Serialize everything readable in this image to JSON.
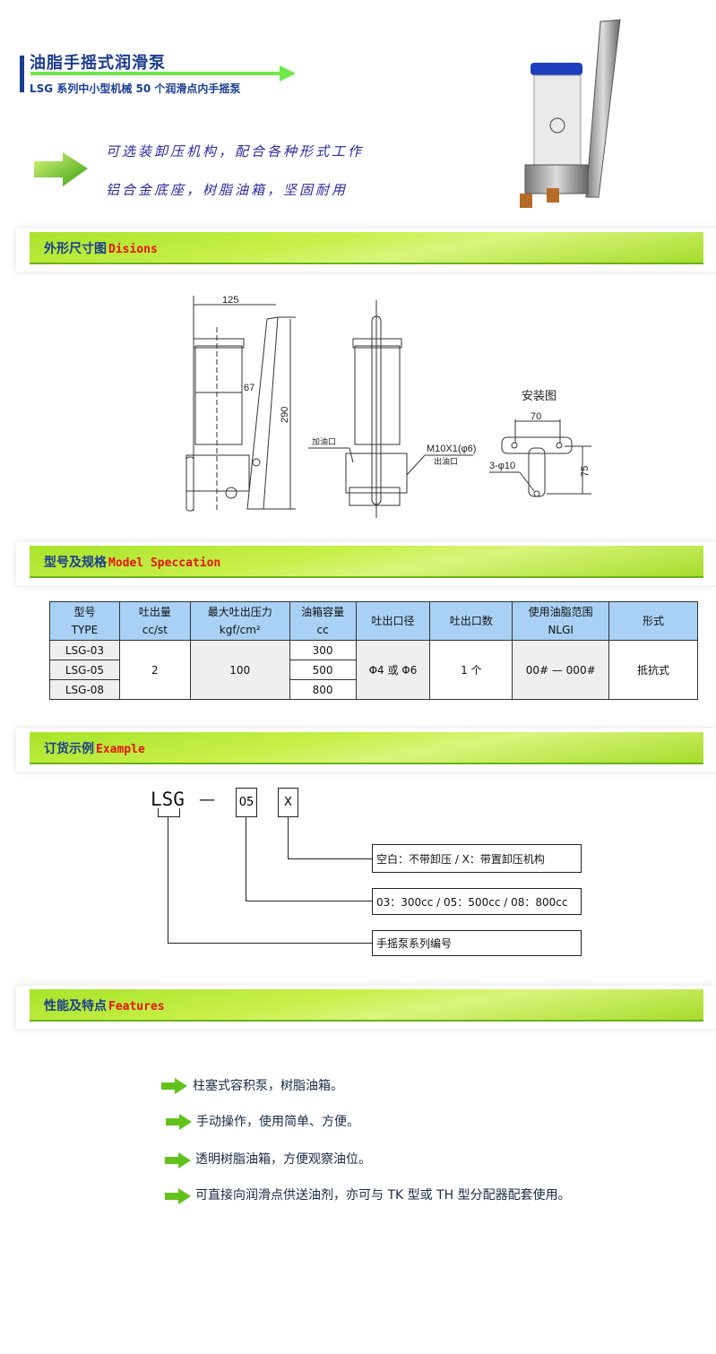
{
  "header": {
    "title": "油脂手摇式润滑泵",
    "subtitle": "LSG 系列中小型机械 50 个润滑点内手摇泵"
  },
  "highlights": [
    "可选装卸压机构，配合各种形式工作",
    "铝合金底座，树脂油箱，坚固耐用"
  ],
  "sections": {
    "dimensions": {
      "cn": "外形尺寸图",
      "en": "Disions"
    },
    "model": {
      "cn": "型号及规格",
      "en": "Model Speccation"
    },
    "example": {
      "cn": "订货示例",
      "en": "Example"
    },
    "features": {
      "cn": "性能及特点",
      "en": "Features"
    }
  },
  "drawing": {
    "dim_125": "125",
    "dim_67": "67",
    "dim_290": "290",
    "fill_port": "加油口",
    "outlet_thread": "M10X1(φ6)",
    "outlet": "出油口",
    "install_title": "安装图",
    "dim_70": "70",
    "dim_75": "75",
    "holes": "3-φ10"
  },
  "table": {
    "headers": [
      [
        "型号",
        "TYPE"
      ],
      [
        "吐出量",
        "cc/st"
      ],
      [
        "最大吐出压力",
        "kgf/cm²"
      ],
      [
        "油箱容量",
        "cc"
      ],
      [
        "吐出口径",
        ""
      ],
      [
        "吐出口数",
        ""
      ],
      [
        "使用油脂范围",
        "NLGI"
      ],
      [
        "形式",
        ""
      ]
    ],
    "models": [
      "LSG-03",
      "LSG-05",
      "LSG-08"
    ],
    "output": "2",
    "pressure": "100",
    "capacities": [
      "300",
      "500",
      "800"
    ],
    "port_dia": "Φ4 或 Φ6",
    "port_count": "1 个",
    "nlgi": "00# — 000#",
    "type": "抵抗式"
  },
  "order": {
    "prefix": "LSG",
    "dash": "—",
    "code": "05",
    "option": "X",
    "desc": [
      "空白：不带卸压 / X：带置卸压机构",
      "03：300cc / 05：500cc / 08：800cc",
      "手摇泵系列编号"
    ]
  },
  "features": [
    "柱塞式容积泵，树脂油箱。",
    "手动操作，使用简单、方便。",
    "透明树脂油箱，方便观察油位。",
    "可直接向润滑点供送油剂，亦可与 TK 型或 TH 型分配器配套使用。"
  ]
}
